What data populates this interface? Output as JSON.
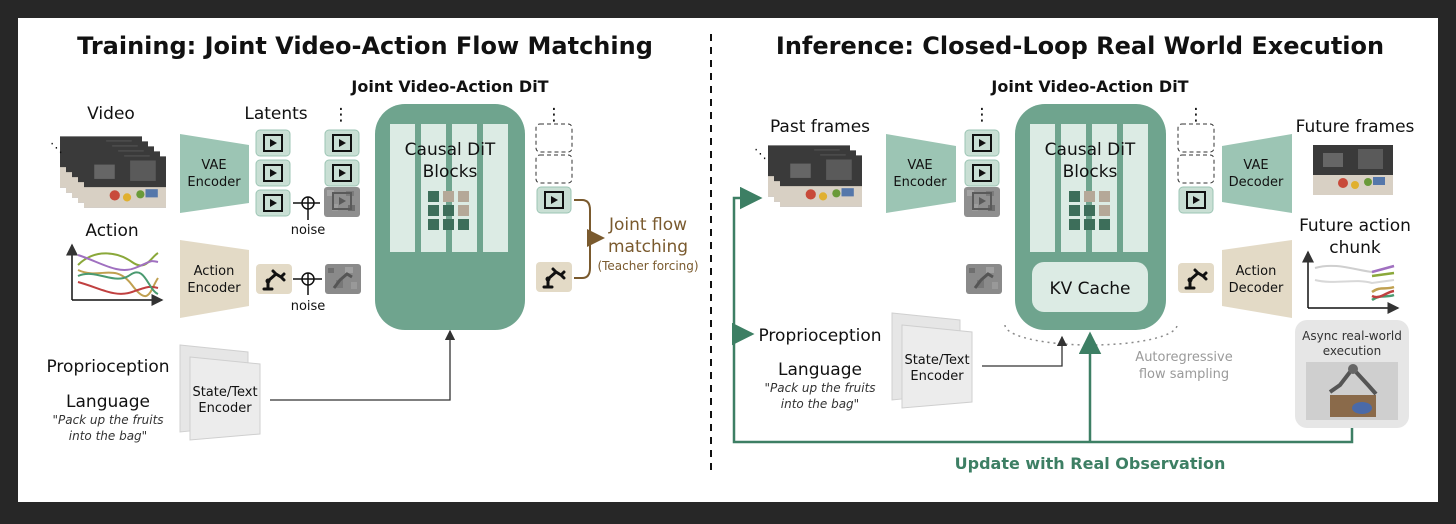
{
  "training": {
    "title": "Training: Joint Video-Action Flow Matching",
    "dit_title": "Joint Video-Action DiT",
    "video_label": "Video",
    "latents_label": "Latents",
    "action_label": "Action",
    "vae_encoder": [
      "VAE",
      "Encoder"
    ],
    "action_encoder": [
      "Action",
      "Encoder"
    ],
    "noise_label": "noise",
    "dit_blocks": [
      "Causal DiT",
      "Blocks"
    ],
    "joint_flow": [
      "Joint flow",
      "matching"
    ],
    "teacher_forcing": "(Teacher forcing)",
    "proprioception": "Proprioception",
    "language": "Language",
    "quote": [
      "\"Pack up the fruits",
      "into the bag\""
    ],
    "state_text_encoder": [
      "State/Text",
      "Encoder"
    ],
    "ellipsis": "⋮"
  },
  "inference": {
    "title": "Inference: Closed-Loop Real World Execution",
    "dit_title": "Joint Video-Action DiT",
    "past_frames": "Past frames",
    "future_frames": "Future frames",
    "future_action": [
      "Future action",
      "chunk"
    ],
    "vae_encoder": [
      "VAE",
      "Encoder"
    ],
    "vae_decoder": [
      "VAE",
      "Decoder"
    ],
    "action_decoder": [
      "Action",
      "Decoder"
    ],
    "dit_blocks": [
      "Causal DiT",
      "Blocks"
    ],
    "kv_cache": "KV Cache",
    "autoregressive": [
      "Autoregressive",
      "flow sampling"
    ],
    "proprioception": "Proprioception",
    "language": "Language",
    "quote": [
      "\"Pack up the fruits",
      "into the bag\""
    ],
    "state_text_encoder": [
      "State/Text",
      "Encoder"
    ],
    "async": [
      "Async real-world",
      "execution"
    ],
    "update": "Update with Real Observation",
    "ellipsis": "⋮"
  },
  "colors": {
    "dit_green": "#6fa48e",
    "dit_column": "#dcebe4",
    "vae_green": "#9cc5b4",
    "action_tan": "#e3dac6",
    "latent_green": "#c9dfd4",
    "accent_green": "#3d7f64",
    "brown": "#7a5a2e"
  }
}
